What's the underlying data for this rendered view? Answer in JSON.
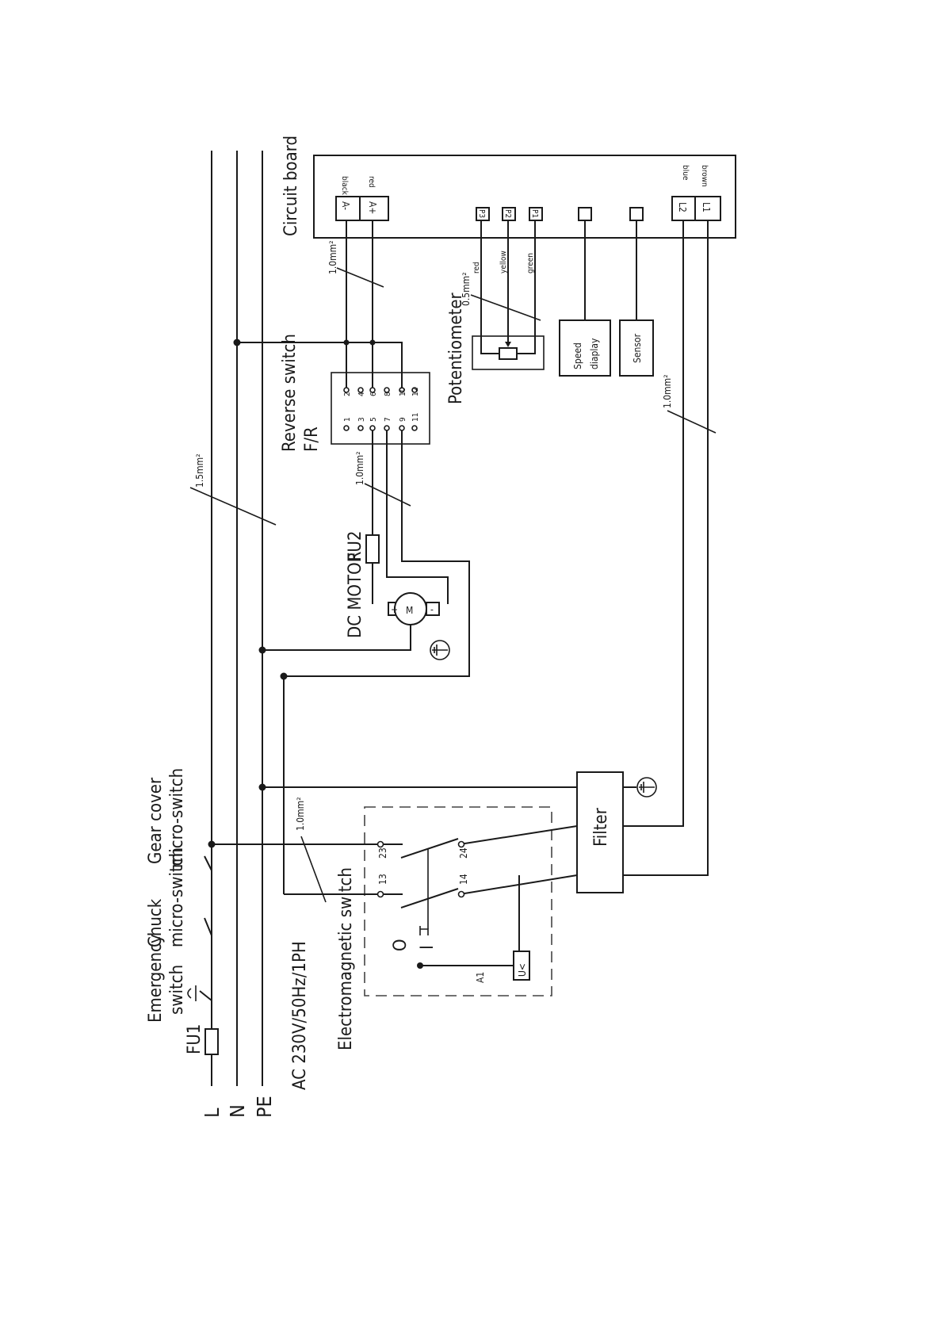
{
  "rails": {
    "L": "L",
    "N": "N",
    "PE": "PE"
  },
  "supply": "AC  230V/50Hz/1PH",
  "fuses": {
    "fu1": "FU1",
    "fu2": "FU2"
  },
  "switches": {
    "emergency": [
      "Emergency",
      "switch"
    ],
    "chuck": [
      "Chuck",
      "micro-switch"
    ],
    "gear_cover": [
      "Gear cover",
      "micro-switch"
    ]
  },
  "electromagnetic": {
    "label": "Electromagnetic switch",
    "terminals": [
      "13",
      "14",
      "23",
      "24"
    ],
    "coil": "U<",
    "coil_terminal": "A1",
    "off": "O",
    "on": "I"
  },
  "wire_sizes": {
    "main": "1.5mm²",
    "board_motor": "1.0mm²",
    "potentiometer": "0.5mm²",
    "motor": "1.0mm²",
    "supply_board": "1.0mm²",
    "switch": "1.0mm²"
  },
  "circuit_board": {
    "label": "Circuit board",
    "motor_terms": [
      "A-",
      "A+"
    ],
    "motor_colors": [
      "black",
      "red"
    ],
    "pot_terms": [
      "P3",
      "P2",
      "P1"
    ],
    "supply_terms": [
      "L2",
      "L1"
    ],
    "supply_colors": [
      "brown",
      "blue"
    ]
  },
  "reverse_switch": {
    "label": [
      "Reverse switch",
      "F/R"
    ],
    "pins_top": [
      "2",
      "4",
      "6",
      "8",
      "10",
      "12"
    ],
    "pins_bottom": [
      "1",
      "3",
      "5",
      "7",
      "9",
      "11"
    ]
  },
  "potentiometer": {
    "label": "Potentiometer",
    "wire_colors": [
      "red",
      "yellow",
      "green"
    ]
  },
  "speed_display": [
    "Speed",
    "diaplay"
  ],
  "sensor": "Sensor",
  "motor": {
    "label": "DC MOTOR",
    "symbol": "M",
    "plus": "+",
    "minus": "-"
  },
  "filter": "Filter",
  "icons": [
    "ground-icon",
    "fuse-icon",
    "motor-icon",
    "mushroom-button-icon"
  ]
}
